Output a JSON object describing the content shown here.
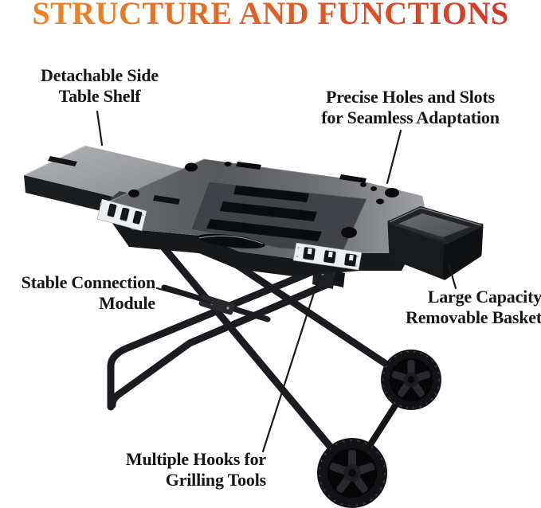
{
  "title": {
    "text": "STRUCTURE AND FUNCTIONS"
  },
  "colors": {
    "title-from": "#EE8124",
    "title-to": "#D23B28",
    "label": "#161616",
    "leader": "#1a1a1a",
    "bg": "#ffffff",
    "product-black": "#17181a",
    "plate-gray": "#56585c",
    "shelf-gray": "#97999d",
    "panel-white": "#edeeef"
  },
  "labels": {
    "shelf": {
      "line1": "Detachable Side",
      "line2": "Table Shelf"
    },
    "holes": {
      "line1": "Precise Holes and Slots",
      "line2": "for Seamless Adaptation"
    },
    "module": {
      "line1": "Stable Connection",
      "line2": "Module"
    },
    "basket": {
      "line1": "Large Capacity",
      "line2": "Removable Basket"
    },
    "hooks": {
      "line1": "Multiple Hooks for",
      "line2": "Grilling Tools"
    }
  }
}
